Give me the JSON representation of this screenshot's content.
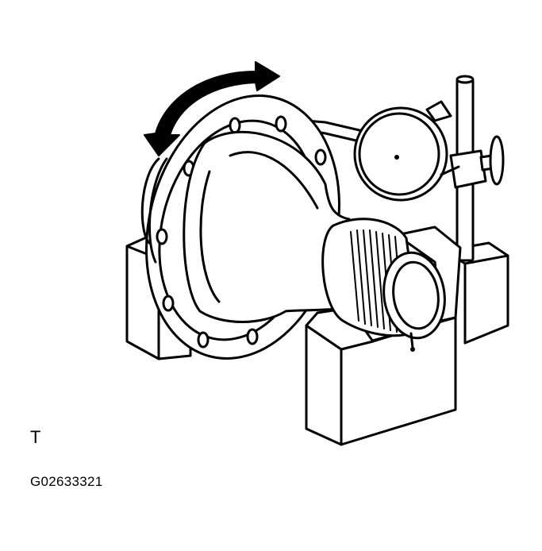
{
  "view_label": "T",
  "figure_code": "G02633321",
  "colors": {
    "line": "#000000",
    "background": "#ffffff"
  },
  "parts": {
    "flange": "axle-flange",
    "shaft": "axle-shaft",
    "splines": "splined-end",
    "dial_indicator": "dial-indicator",
    "stand": "magnetic-base-stand",
    "v_blocks": "v-blocks",
    "arrow": "rotation-arrow"
  }
}
